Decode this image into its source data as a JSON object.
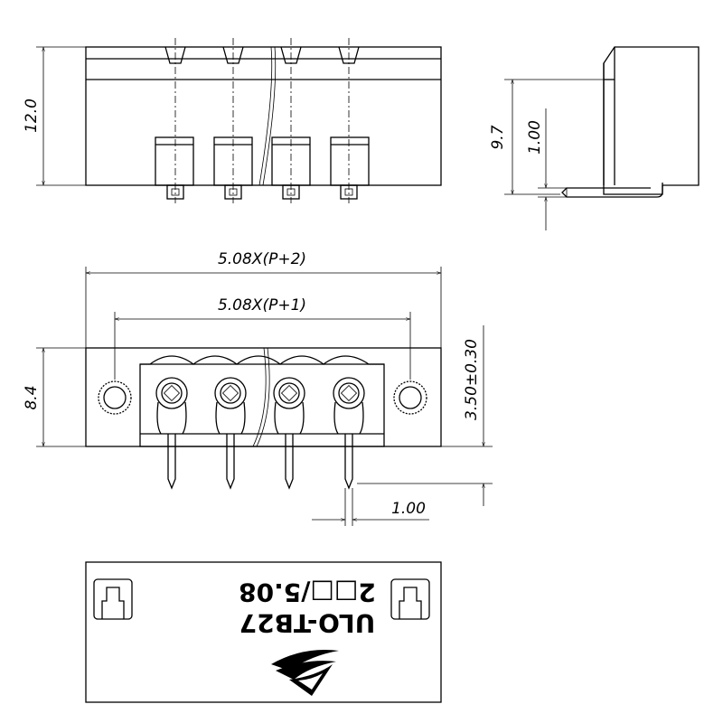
{
  "dimensions": {
    "height_front": "12.0",
    "side_height": "9.7",
    "side_offset": "1.00",
    "pitch_total": "5.08X(P+2)",
    "pitch_inner": "5.08X(P+1)",
    "height_top": "8.4",
    "pin_offset": "3.50±0.30",
    "pin_width": "1.00"
  },
  "label": {
    "line1": "ULO-TB27",
    "line2": "2□□/5.08"
  },
  "colors": {
    "line": "#000000",
    "background": "#ffffff"
  }
}
